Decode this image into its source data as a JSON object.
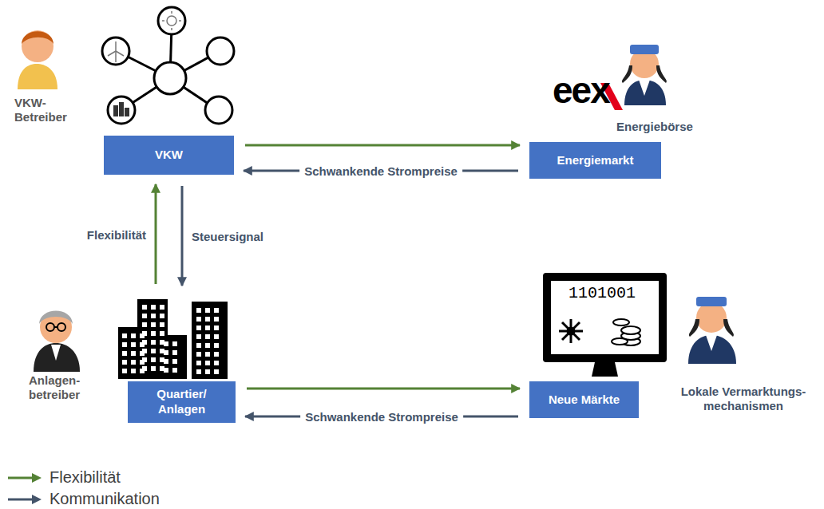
{
  "diagram": {
    "nodes": [
      {
        "text": [
          "VKW"
        ]
      },
      {
        "text": [
          "Energiemarkt"
        ]
      },
      {
        "text": [
          "Quartier/ Anlagen"
        ]
      },
      {
        "text": [
          "Neue Märkte"
        ]
      }
    ],
    "edges": [
      {
        "from": 0,
        "to": 1,
        "arrow": "to"
      },
      {
        "from": 1,
        "to": 0,
        "label": "Schwankende Strompreise",
        "arrow": "to"
      },
      {
        "from": 2,
        "to": 0,
        "label": "Flexibilität",
        "arrow": "to"
      },
      {
        "from": 0,
        "to": 2,
        "label": "Steuersignal",
        "arrow": "to"
      },
      {
        "from": 2,
        "to": 3,
        "arrow": "to"
      },
      {
        "from": 3,
        "to": 2,
        "label": "Schwankende Strompreise",
        "arrow": "to"
      }
    ],
    "labels": [
      "VKW- Betreiber",
      "eex",
      "Energiebörse",
      "Anlagen- betreiber",
      "1101001",
      "Lokale Vermarktungs- mechanismen"
    ],
    "legend": [
      {
        "text": "Flexibilität"
      },
      {
        "text": "Kommunikation"
      }
    ]
  }
}
